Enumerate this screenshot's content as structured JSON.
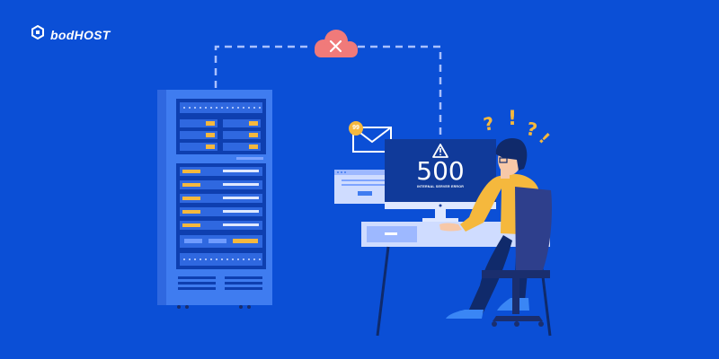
{
  "brand": {
    "name": "bodHOST",
    "logo_icon": "hexagon-logo-icon"
  },
  "error_screen": {
    "code": "500",
    "message": "INTERNAL SERVER ERROR",
    "warning_icon": "warning-triangle-icon"
  },
  "notification": {
    "count": "99",
    "icon": "envelope-icon"
  },
  "disconnect": {
    "icon": "cloud-x-icon"
  },
  "confusion_marks": [
    "?",
    "!",
    "?",
    "!"
  ],
  "colors": {
    "background": "#0b4fd6",
    "server_body": "#3f7cf0",
    "server_panel": "#0e3fb0",
    "accent_orange": "#f5b83d",
    "cloud": "#f07a7a",
    "monitor": "#103a9a",
    "shirt": "#f5b83d",
    "chair": "#2e3f8c"
  }
}
